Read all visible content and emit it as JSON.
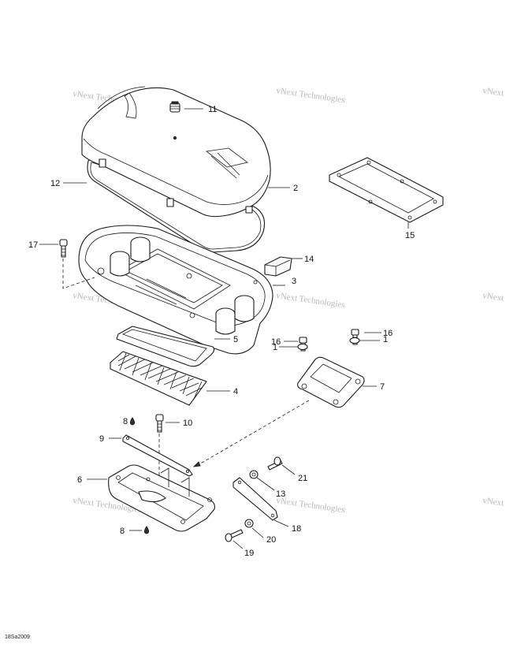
{
  "watermark_text": "vNext Technologies",
  "reference_code": "18Sa2009",
  "parts": [
    {
      "id": "lid",
      "number": "2"
    },
    {
      "id": "lid-seal",
      "number": "12"
    },
    {
      "id": "cap-nut",
      "number": "11"
    },
    {
      "id": "housing",
      "number": "3"
    },
    {
      "id": "screw-left",
      "number": "17"
    },
    {
      "id": "cover-plate",
      "number": "15"
    },
    {
      "id": "block",
      "number": "14"
    },
    {
      "id": "gasket",
      "number": "5"
    },
    {
      "id": "screen",
      "number": "4"
    },
    {
      "id": "screw-bracket-left",
      "number": "16"
    },
    {
      "id": "screw-bracket-right",
      "number": "16"
    },
    {
      "id": "washer-left",
      "number": "1"
    },
    {
      "id": "washer-right",
      "number": "1"
    },
    {
      "id": "bracket",
      "number": "7"
    },
    {
      "id": "adhesive-top",
      "number": "8"
    },
    {
      "id": "screw-10",
      "number": "10"
    },
    {
      "id": "strip",
      "number": "9"
    },
    {
      "id": "tray",
      "number": "6"
    },
    {
      "id": "adhesive-bottom",
      "number": "8"
    },
    {
      "id": "bolt-21",
      "number": "21"
    },
    {
      "id": "washer-13",
      "number": "13"
    },
    {
      "id": "plate-18",
      "number": "18"
    },
    {
      "id": "washer-20",
      "number": "20"
    },
    {
      "id": "bolt-19",
      "number": "19"
    }
  ]
}
